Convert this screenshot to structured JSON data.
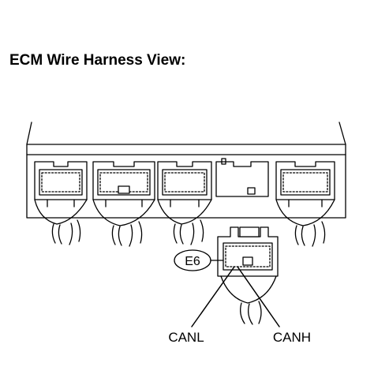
{
  "title": "ECM Wire Harness View:",
  "connector_id": "E6",
  "pin_labels": {
    "left": "CANL",
    "right": "CANH"
  }
}
